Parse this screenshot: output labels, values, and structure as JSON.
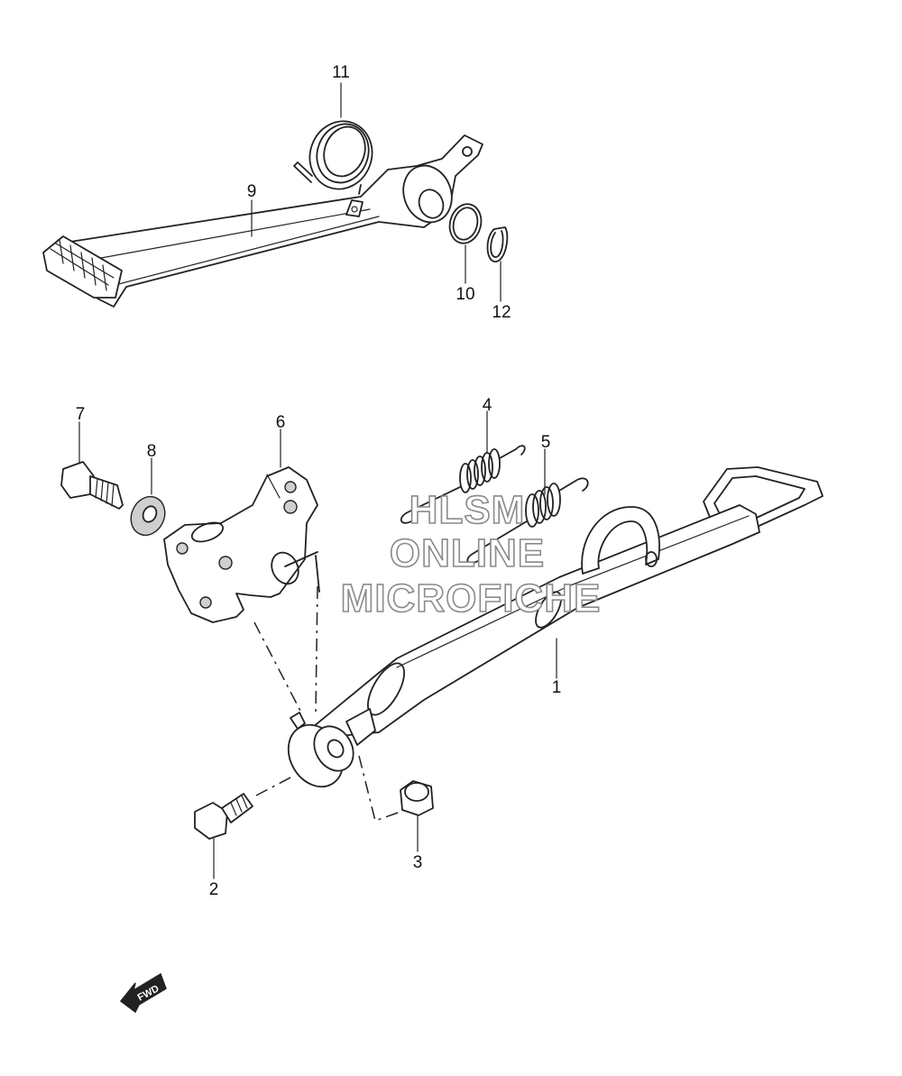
{
  "diagram": {
    "callouts": {
      "p1": "1",
      "p2": "2",
      "p3": "3",
      "p4": "4",
      "p5": "5",
      "p6": "6",
      "p7": "7",
      "p8": "8",
      "p9": "9",
      "p10": "10",
      "p11": "11",
      "p12": "12"
    },
    "direction_arrow": "FWD"
  },
  "watermark": {
    "line1": "HLSM",
    "line2": "ONLINE",
    "line3": "MICROFICHE"
  }
}
